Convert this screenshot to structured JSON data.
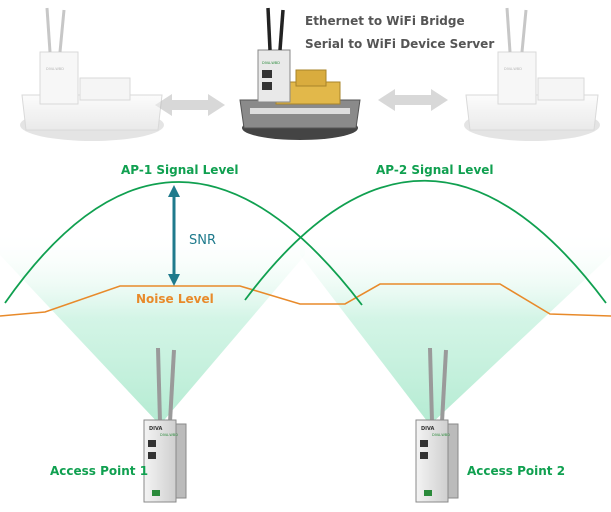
{
  "header": {
    "line1": "Ethernet to WiFi Bridge",
    "line2": "Serial to WiFi Device Server"
  },
  "labels": {
    "ap1_signal": "AP-1 Signal Level",
    "ap2_signal": "AP-2 Signal Level",
    "snr": "SNR",
    "noise": "Noise Level",
    "access_point_1": "Access Point 1",
    "access_point_2": "Access Point 2"
  },
  "device_text": {
    "brand": "DIVA",
    "model": "DIVA-WBD"
  },
  "colors": {
    "signal": "#10a050",
    "noise": "#e88a2a",
    "snr_arrow": "#1f7a8c",
    "beam": "#c8f0e0",
    "label_text": "#10a050",
    "header_text": "#555555",
    "gray_arrow": "#d8d8d8"
  }
}
